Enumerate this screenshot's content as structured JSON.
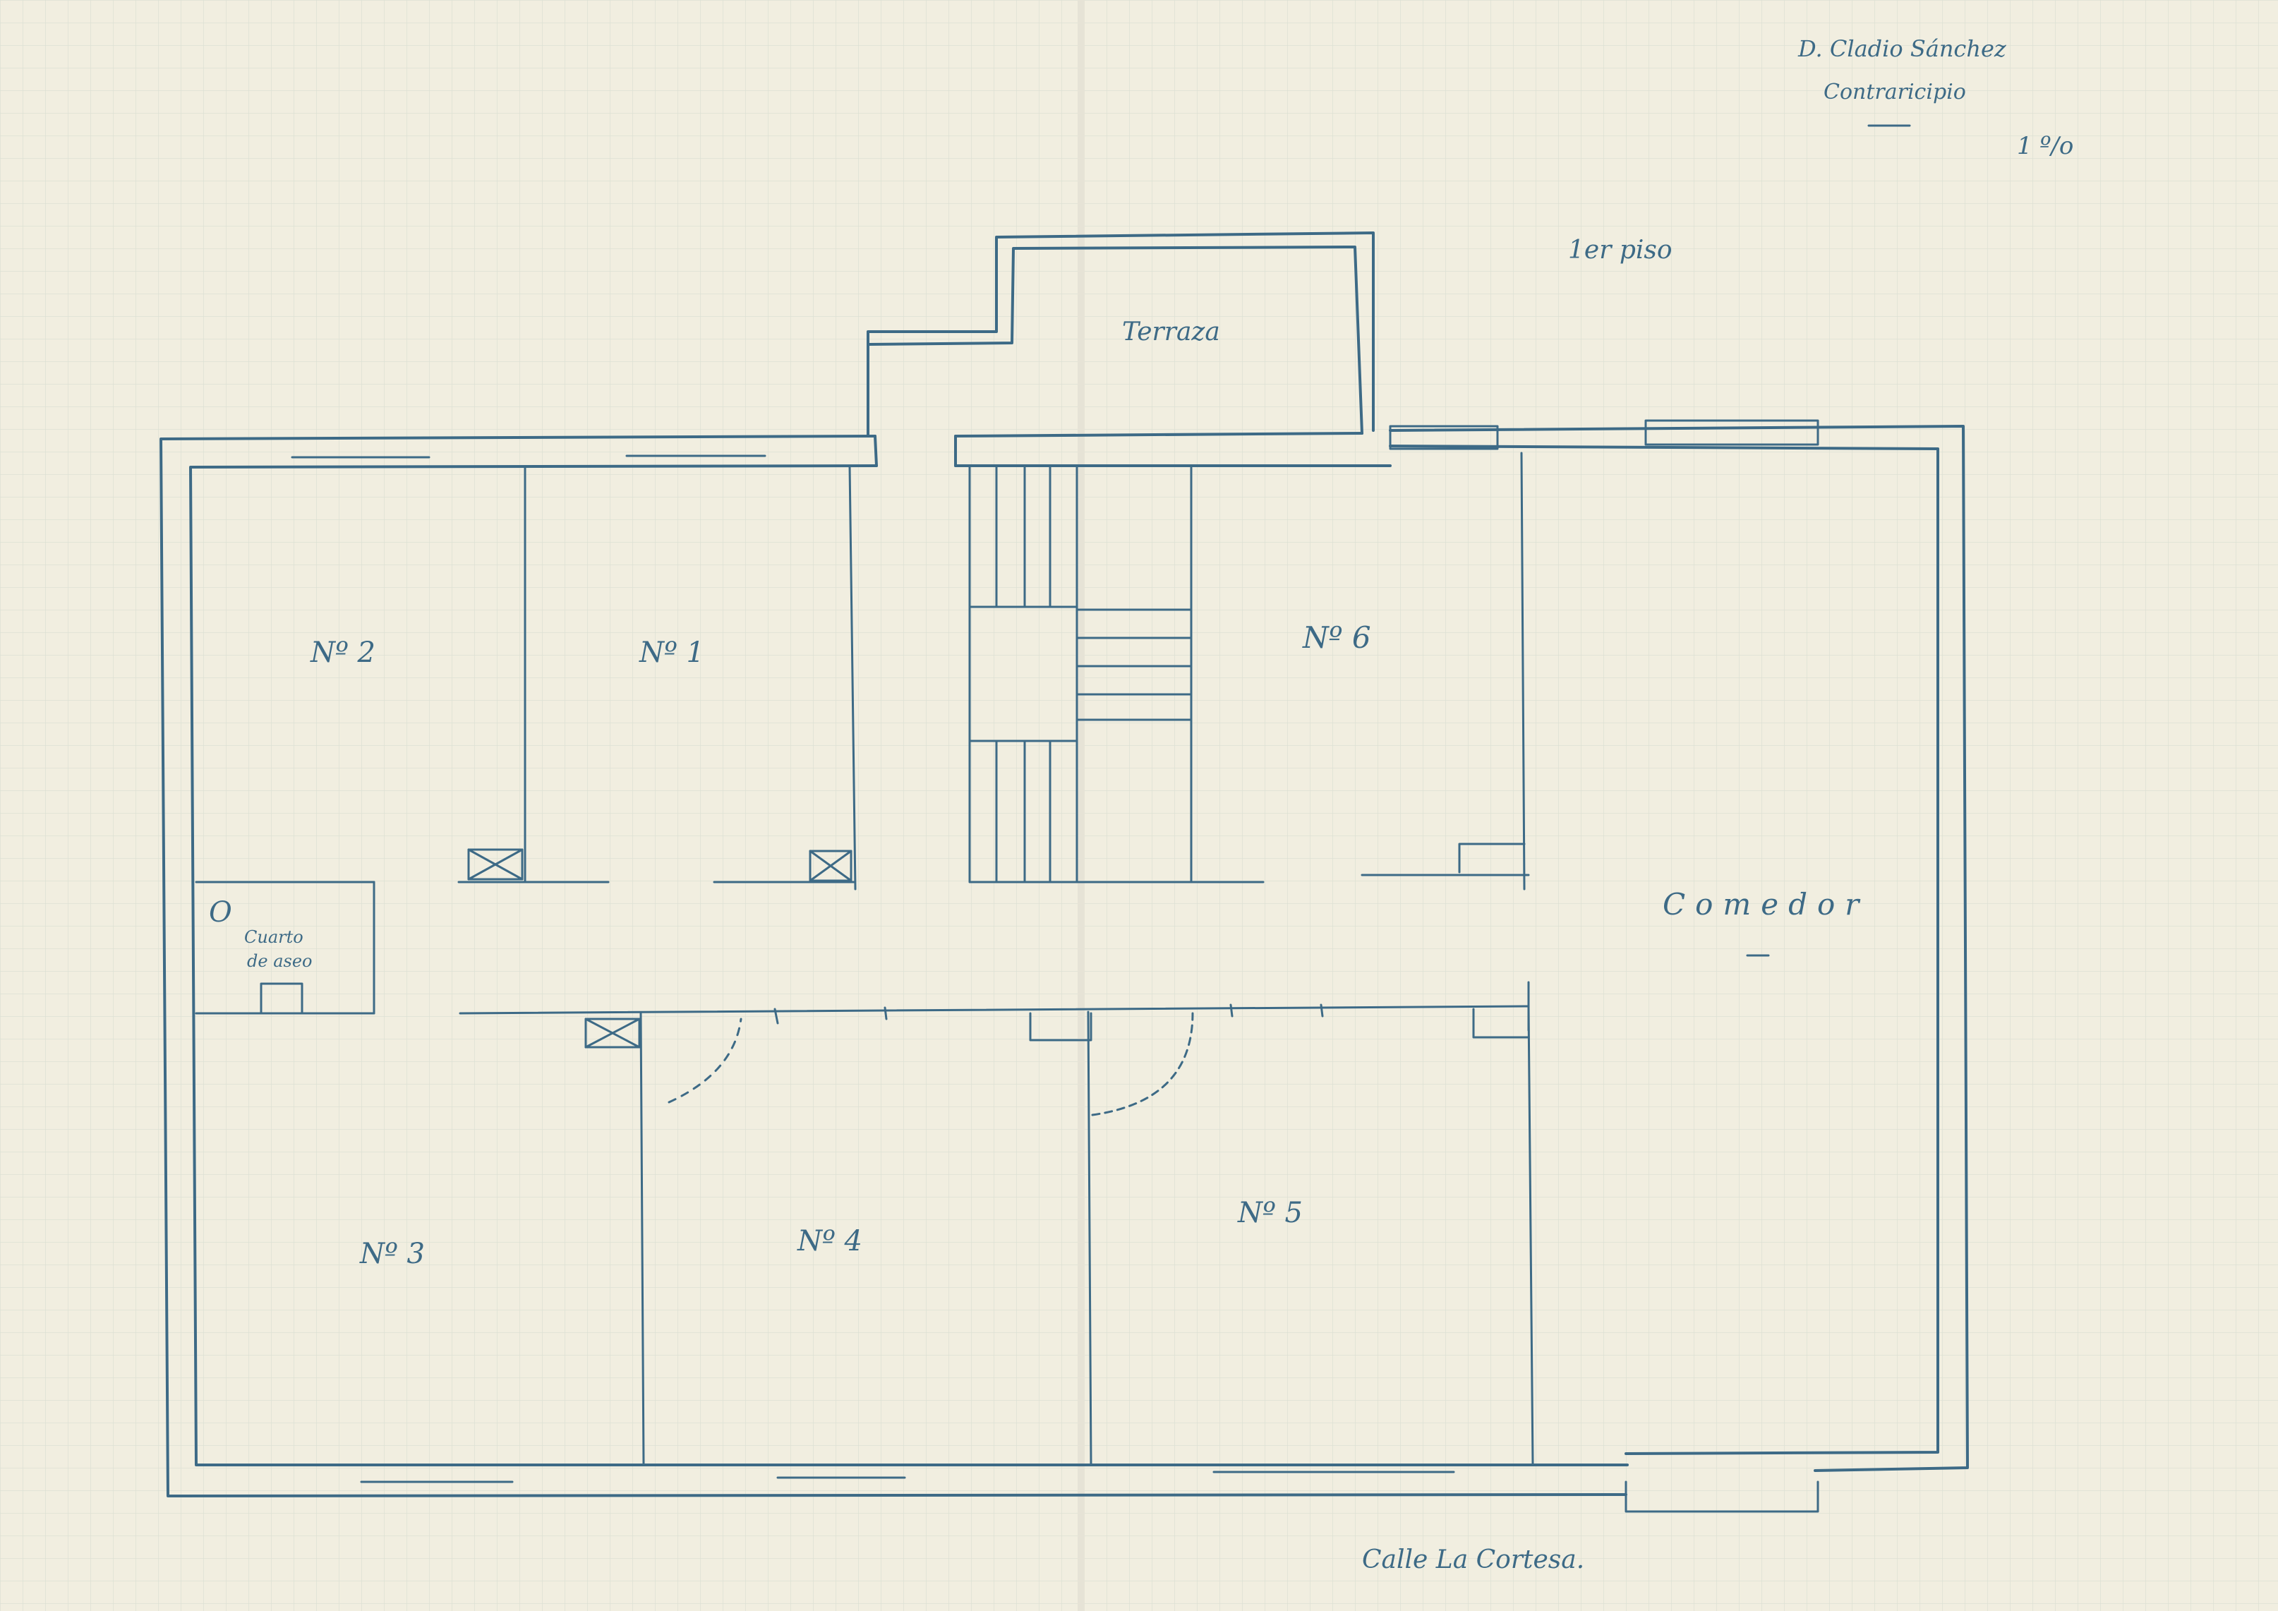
{
  "header": {
    "owner_line": "D. Cladio Sánchez",
    "subtitle_line": "Contraricipio",
    "sheet_mark": "1 º/o"
  },
  "floor_label": "1er piso",
  "rooms": {
    "terraza": "Terraza",
    "room_1": "Nº 1",
    "room_2": "Nº 2",
    "room_3": "Nº 3",
    "room_4": "Nº 4",
    "room_5": "Nº 5",
    "room_6": "Nº 6",
    "comedor": "Comedor",
    "cuarto_line1": "Cuarto",
    "cuarto_line2": "de aseo",
    "cuarto_symbol": "O"
  },
  "street_label": "Calle La Cortesa.",
  "colors": {
    "paper": "#f1eee0",
    "grid": "#d7dbd0",
    "ink": "#3d6a86"
  }
}
